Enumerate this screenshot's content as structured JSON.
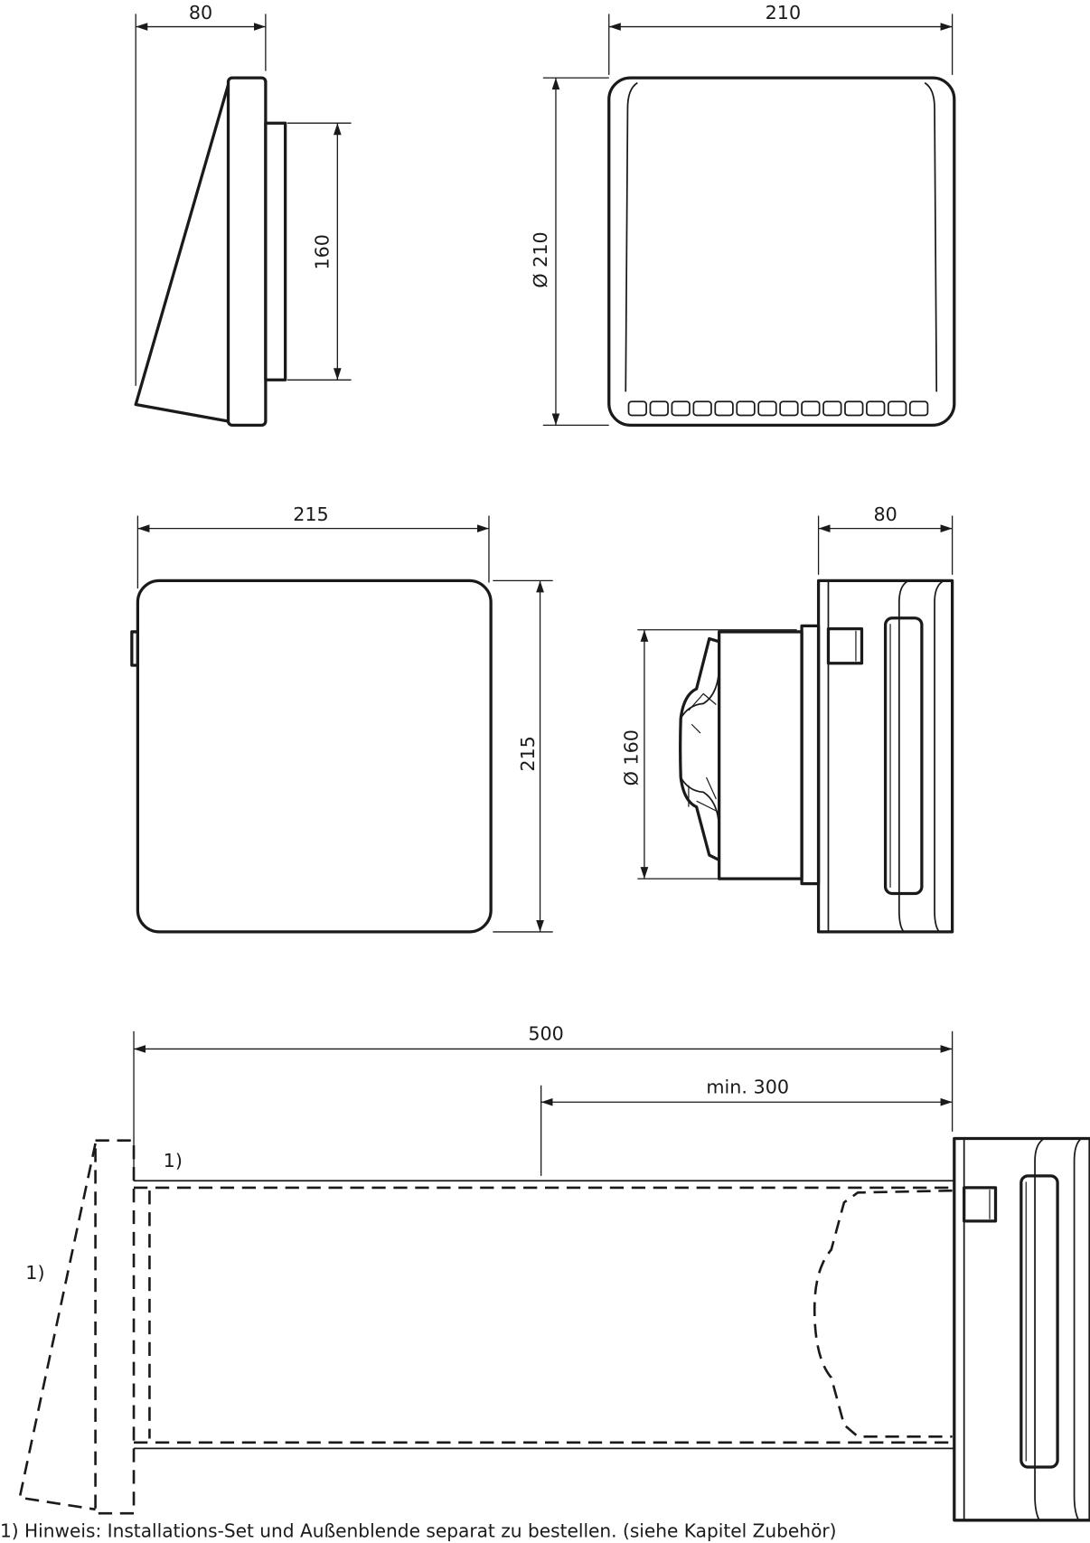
{
  "drawing": {
    "side_view_top": {
      "width_dim": "80",
      "collar_dim": "160"
    },
    "front_view_top": {
      "width_dim": "210",
      "diameter_dim": "Ø 210"
    },
    "front_view_inner": {
      "width_dim": "215",
      "height_dim": "215"
    },
    "side_view_unit": {
      "depth_dim": "80",
      "diameter_dim": "Ø 160"
    },
    "installation_view": {
      "total_length_dim": "500",
      "min_length_dim": "min. 300",
      "note_ref_1": "1)",
      "note_ref_2": "1)"
    },
    "footnote": "1) Hinweis: Installations-Set und Außenblende separat zu bestellen. (siehe Kapitel Zubehör)"
  }
}
